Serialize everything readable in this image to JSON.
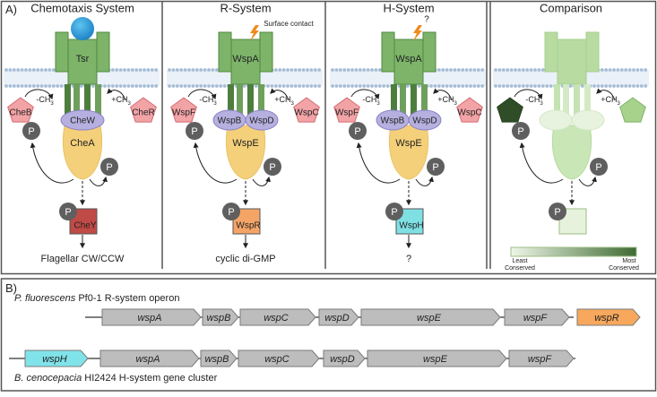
{
  "panel_a": {
    "label": "A)",
    "panels": [
      {
        "id": "chemotaxis",
        "title": "Chemotaxis System",
        "receptor": "Tsr",
        "adaptor": "CheW",
        "kinase": "CheA",
        "methylesterase": "CheB",
        "methyltransferase": "CheR",
        "minus_ch3": "-CH",
        "plus_ch3": "+CH",
        "ch3_sub": "3",
        "phospho": "P",
        "response_regulator": "CheY",
        "output": "Flagellar CW/CCW",
        "rr_color": "#c04a45"
      },
      {
        "id": "r-system",
        "title": "R-System",
        "stimulus": "Surface contact",
        "receptor": "WspA",
        "adaptor_left": "WspB",
        "adaptor_right": "WspD",
        "kinase": "WspE",
        "methylesterase": "WspF",
        "methyltransferase": "WspC",
        "minus_ch3": "-CH",
        "plus_ch3": "+CH",
        "ch3_sub": "3",
        "phospho": "P",
        "response_regulator": "WspR",
        "output": "cyclic di-GMP",
        "rr_color": "#f4a566"
      },
      {
        "id": "h-system",
        "title": "H-System",
        "stimulus": "?",
        "receptor": "WspA",
        "adaptor_left": "WspB",
        "adaptor_right": "WspD",
        "kinase": "WspE",
        "methylesterase": "WspF",
        "methyltransferase": "WspC",
        "minus_ch3": "-CH",
        "plus_ch3": "+CH",
        "ch3_sub": "3",
        "phospho": "P",
        "response_regulator": "WspH",
        "output": "?",
        "rr_color": "#7fe0e4"
      },
      {
        "id": "comparison",
        "title": "Comparison",
        "minus_ch3": "-CH",
        "plus_ch3": "+CH",
        "ch3_sub": "3",
        "phospho": "P",
        "legend_low": "Least Conserved",
        "legend_high": "Most Conserved",
        "gradient": [
          "#eef6e6",
          "#3f6a33"
        ]
      }
    ]
  },
  "panel_b": {
    "label": "B)",
    "r_operon": {
      "species": "P. fluorescens",
      "caption_rest": "Pf0-1 R-system operon",
      "genes": [
        "wspA",
        "wspB",
        "wspC",
        "wspD",
        "wspE",
        "wspF",
        "wspR"
      ],
      "highlight_gene": "wspR",
      "highlight_color": "#f8a85c"
    },
    "h_cluster": {
      "species": "B. cenocepacia",
      "caption_rest": "HI2424 H-system gene cluster",
      "genes": [
        "wspH",
        "wspA",
        "wspB",
        "wspC",
        "wspD",
        "wspE",
        "wspF"
      ],
      "highlight_gene": "wspH",
      "highlight_color": "#80e3ea"
    }
  }
}
